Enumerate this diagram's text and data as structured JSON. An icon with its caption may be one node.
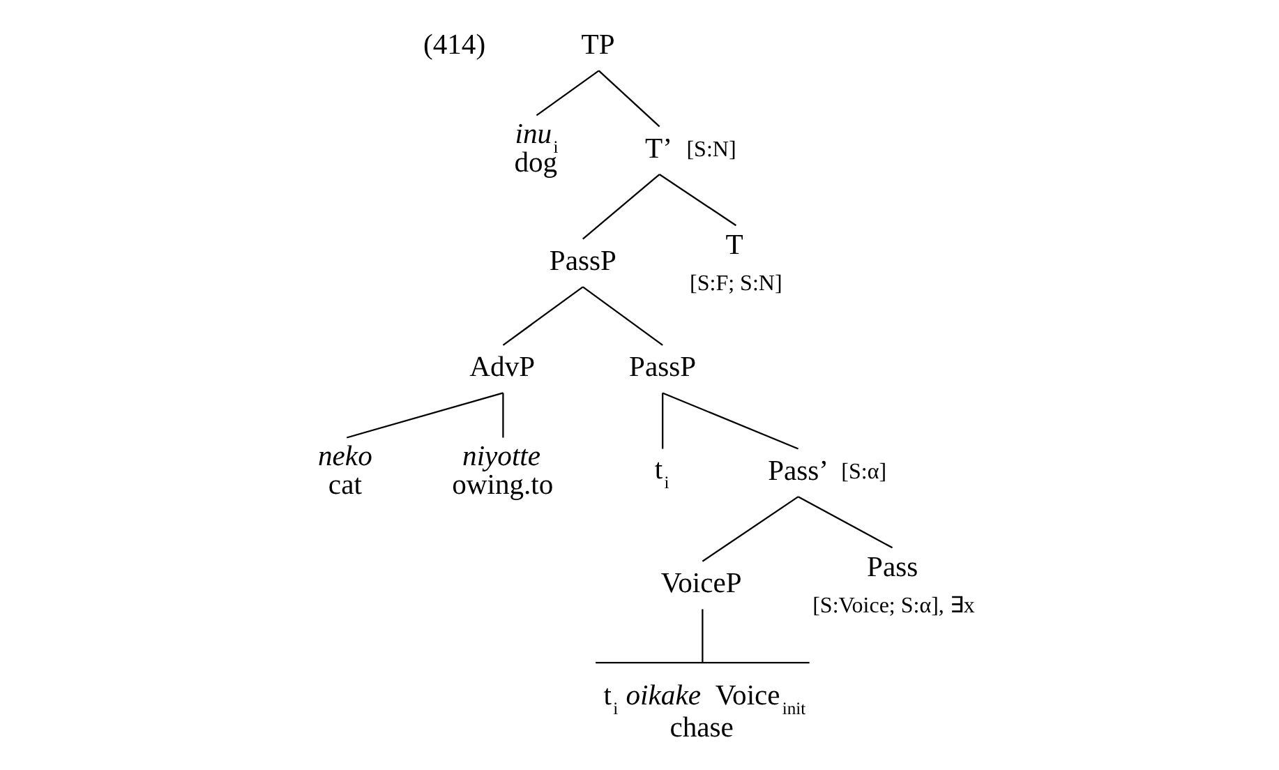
{
  "diagram": {
    "nodes": [
      {
        "text": [
          "TP"
        ]
      },
      {
        "text": [
          "*inu*$_{i}$",
          "dog"
        ]
      },
      {
        "text": [
          "T’"
        ],
        "beside": [
          "[S:N]"
        ]
      },
      {
        "text": [
          "PassP"
        ]
      },
      {
        "text": [
          "T"
        ],
        "beside": [
          "[S:F; S:N]"
        ]
      },
      {
        "text": [
          "AdvP"
        ]
      },
      {
        "text": [
          "PassP"
        ]
      },
      {
        "text": [
          "*neko*",
          "cat"
        ]
      },
      {
        "text": [
          "*niyotte*",
          "owing.to"
        ]
      },
      {
        "text": [
          "t$_{i}$"
        ]
      },
      {
        "text": [
          "Pass’"
        ],
        "beside": [
          "[S:α]"
        ]
      },
      {
        "text": [
          "VoiceP"
        ]
      },
      {
        "text": [
          "Pass"
        ],
        "beside": [
          "[S:Voice; S:α], ∃x"
        ]
      },
      {
        "text": [
          "t$_{i}$ *oikake* Voice$_{init}$",
          "chase"
        ]
      }
    ],
    "edges": [
      {
        "from": 0,
        "to": 1,
        "arrow": "none"
      },
      {
        "from": 0,
        "to": 2,
        "arrow": "none"
      },
      {
        "from": 2,
        "to": 3,
        "arrow": "none"
      },
      {
        "from": 2,
        "to": 4,
        "arrow": "none"
      },
      {
        "from": 3,
        "to": 5,
        "arrow": "none"
      },
      {
        "from": 3,
        "to": 6,
        "arrow": "none"
      },
      {
        "from": 5,
        "to": 7,
        "arrow": "none"
      },
      {
        "from": 5,
        "to": 8,
        "arrow": "none"
      },
      {
        "from": 6,
        "to": 9,
        "arrow": "none"
      },
      {
        "from": 6,
        "to": 10,
        "arrow": "none"
      },
      {
        "from": 10,
        "to": 11,
        "arrow": "none"
      },
      {
        "from": 10,
        "to": 12,
        "arrow": "none"
      },
      {
        "from": 11,
        "to": 13,
        "arrow": "none"
      }
    ],
    "labels": [
      "(414)"
    ]
  }
}
